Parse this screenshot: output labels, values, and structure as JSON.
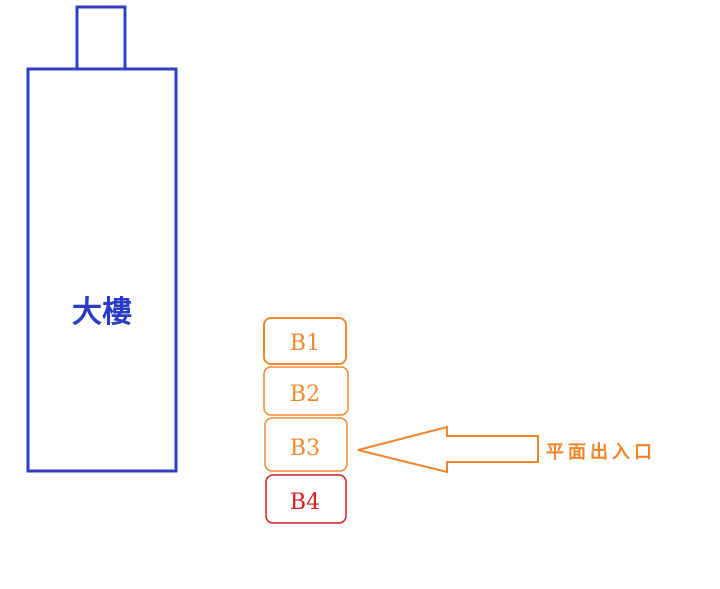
{
  "building": {
    "label": "大樓"
  },
  "levels": [
    {
      "label": "B1"
    },
    {
      "label": "B2"
    },
    {
      "label": "B3"
    },
    {
      "label": "B4"
    }
  ],
  "entrance": {
    "label": "平面出入口"
  },
  "colors": {
    "building": "#2f3fbf",
    "building_text": "#2b3cc4",
    "level_orange": "#f08a2e",
    "level_red": "#d42020",
    "arrow": "#f0862a"
  }
}
